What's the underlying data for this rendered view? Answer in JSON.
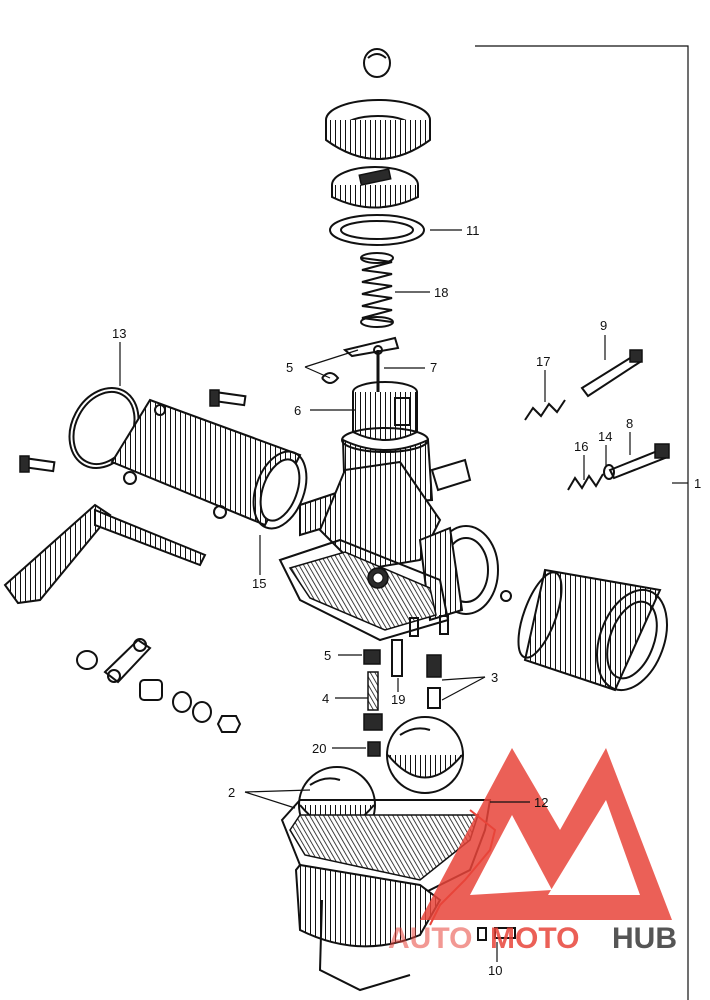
{
  "callouts": {
    "c1": "1",
    "c2": "2",
    "c3": "3",
    "c4": "4",
    "c5a": "5",
    "c5b": "5",
    "c6": "6",
    "c7": "7",
    "c8": "8",
    "c9": "9",
    "c10": "10",
    "c11": "11",
    "c12": "12",
    "c13": "13",
    "c14": "14",
    "c15": "15",
    "c16": "16",
    "c17": "17",
    "c18": "18",
    "c19": "19",
    "c20": "20"
  },
  "watermark": {
    "part1": "AUTO",
    "part2": "MOTO",
    "part3": "HUB",
    "color_red": "#e8443a",
    "color_gray": "#555555"
  }
}
